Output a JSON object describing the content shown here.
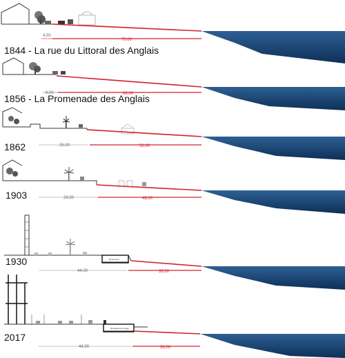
{
  "colors": {
    "sea": "#123a66",
    "sea_light": "#2d5f93",
    "coastline": "#d3202a",
    "ground": "#333333",
    "dim_text": "#666666"
  },
  "sections": [
    {
      "id": "s1844",
      "label": "1844 - La rue du Littoral des Anglais",
      "road_width": "4,00",
      "beach_width": "70,00"
    },
    {
      "id": "s1856",
      "label": "1856 - La Promenade des Anglais",
      "road_width": "8,00",
      "beach_width": "66,00"
    },
    {
      "id": "s1862",
      "label": "1862",
      "road_width": "25,00",
      "beach_width": "52,00"
    },
    {
      "id": "s1903",
      "label": "1903",
      "road_width": "29,00",
      "beach_width": "48,00"
    },
    {
      "id": "s1930",
      "label": "1930",
      "road_width": "44,00",
      "beach_width": "33,00",
      "structure_label": "Restaurant"
    },
    {
      "id": "s2017",
      "label": "2017",
      "road_width": "44,00",
      "beach_width": "33,00",
      "structure_label": "Restaurant de plage"
    }
  ]
}
